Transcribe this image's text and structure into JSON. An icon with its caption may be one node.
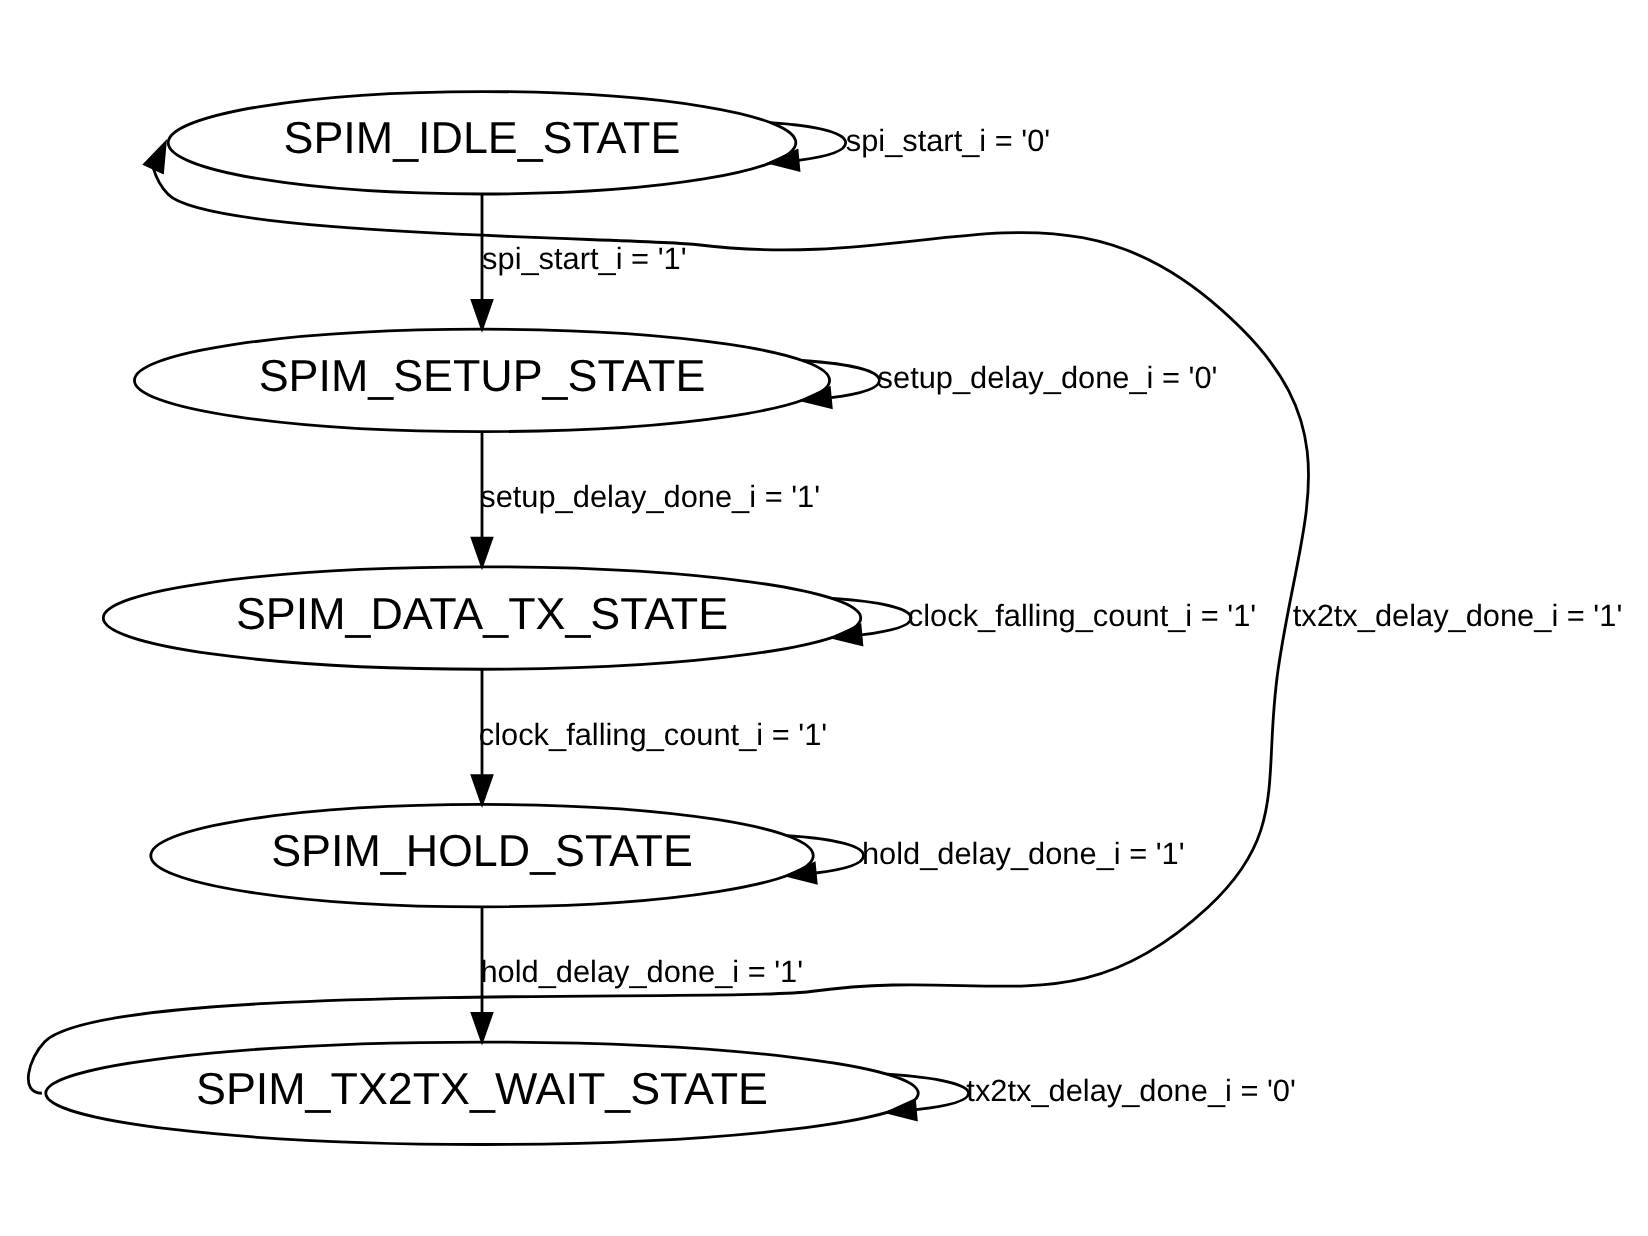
{
  "diagram": {
    "nodes": [
      {
        "text": [
          "SPIM_IDLE_STATE"
        ]
      },
      {
        "text": [
          "SPIM_SETUP_STATE"
        ]
      },
      {
        "text": [
          "SPIM_DATA_TX_STATE"
        ]
      },
      {
        "text": [
          "SPIM_HOLD_STATE"
        ]
      },
      {
        "text": [
          "SPIM_TX2TX_WAIT_STATE"
        ]
      }
    ],
    "edges": [
      {
        "from": 0,
        "to": 0,
        "arrow": "to",
        "label": "spi_start_i = '0'"
      },
      {
        "from": 0,
        "to": 1,
        "arrow": "to",
        "label": "spi_start_i = '1'"
      },
      {
        "from": 1,
        "to": 1,
        "arrow": "to",
        "label": "setup_delay_done_i = '0'"
      },
      {
        "from": 1,
        "to": 2,
        "arrow": "to",
        "label": "setup_delay_done_i = '1'"
      },
      {
        "from": 2,
        "to": 2,
        "arrow": "to",
        "label": "clock_falling_count_i = '1'"
      },
      {
        "from": 2,
        "to": 3,
        "arrow": "to",
        "label": "clock_falling_count_i = '1'"
      },
      {
        "from": 3,
        "to": 3,
        "arrow": "to",
        "label": "hold_delay_done_i = '1'"
      },
      {
        "from": 3,
        "to": 4,
        "arrow": "to",
        "label": "hold_delay_done_i = '1'"
      },
      {
        "from": 4,
        "to": 4,
        "arrow": "to",
        "label": "tx2tx_delay_done_i = '0'"
      },
      {
        "from": 4,
        "to": 0,
        "arrow": "to",
        "label": "tx2tx_delay_done_i = '1'"
      }
    ]
  }
}
